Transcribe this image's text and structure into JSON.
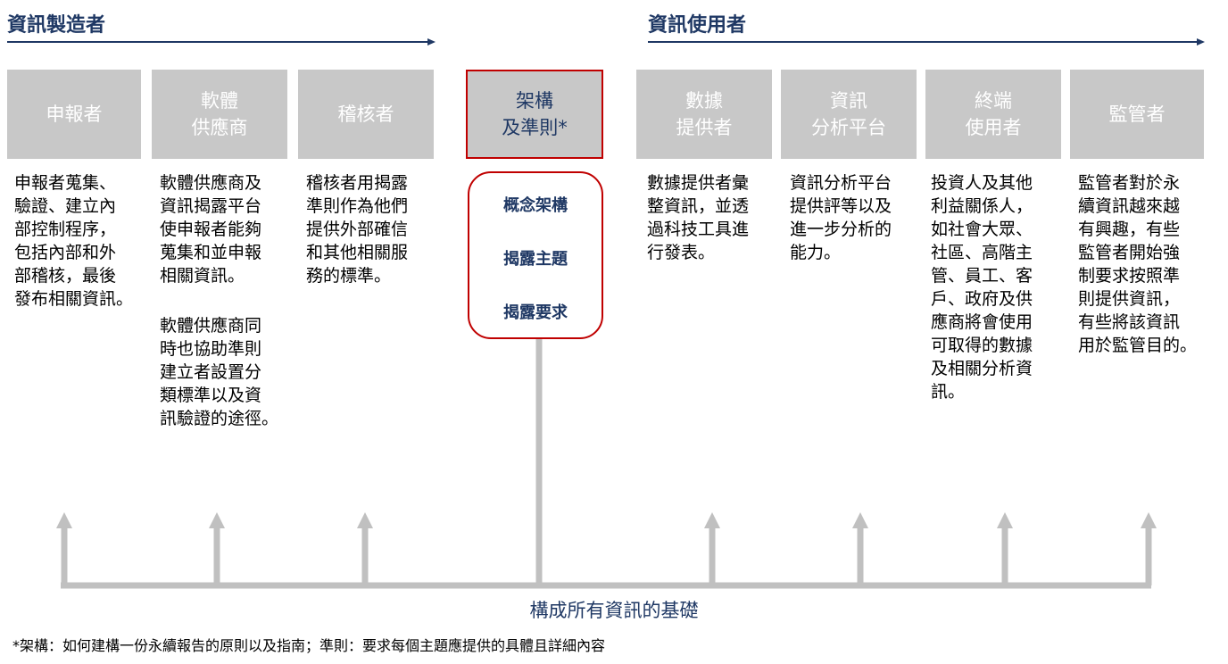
{
  "headers": {
    "producers": "資訊製造者",
    "users": "資訊使用者"
  },
  "boxes": [
    {
      "id": "reporter",
      "label": "申報者"
    },
    {
      "id": "software",
      "label": "軟體\n供應商"
    },
    {
      "id": "auditor",
      "label": "稽核者"
    },
    {
      "id": "framework",
      "label": "架構\n及準則*"
    },
    {
      "id": "data-provider",
      "label": "數據\n提供者"
    },
    {
      "id": "analysis-platform",
      "label": "資訊\n分析平台"
    },
    {
      "id": "end-user",
      "label": "終端\n使用者"
    },
    {
      "id": "regulator",
      "label": "監管者"
    }
  ],
  "descriptions": {
    "reporter": "申報者蒐集、\n驗證、建立內\n部控制程序，\n包括內部和外\n部稽核，最後\n發布相關資訊。",
    "software_1": "軟體供應商及\n資訊揭露平台\n使申報者能夠\n蒐集和並申報\n相關資訊。",
    "software_2": "軟體供應商同\n時也協助準則\n建立者設置分\n類標準以及資\n訊驗證的途徑。",
    "auditor": "稽核者用揭露\n準則作為他們\n提供外部確信\n和其他相關服\n務的標準。",
    "data_provider": "數據提供者彙\n整資訊，並透\n過科技工具進\n行發表。",
    "analysis_platform": "資訊分析平台\n提供評等以及\n進一步分析的\n能力。",
    "end_user": "投資人及其他\n利益關係人，\n如社會大眾、\n社區、高階主\n管、員工、客\n戶、政府及供\n應商將會使用\n可取得的數據\n及相關分析資\n訊。",
    "regulator": "監管者對於永\n續資訊越來越\n有興趣，有些\n監管者開始強\n制要求按照準\n則提供資訊，\n有些將該資訊\n用於監管目的。"
  },
  "framework_items": [
    "概念架構",
    "揭露主題",
    "揭露要求"
  ],
  "foundation_label": "構成所有資訊的基礎",
  "footnote": "*架構：如何建構一份永續報告的原則以及指南；準則：要求每個主題應提供的具體且詳細內容",
  "colors": {
    "navy": "#1f3864",
    "red": "#c00000",
    "gray_box": "#c8c8c8",
    "gray_line": "#c0c0c0"
  }
}
